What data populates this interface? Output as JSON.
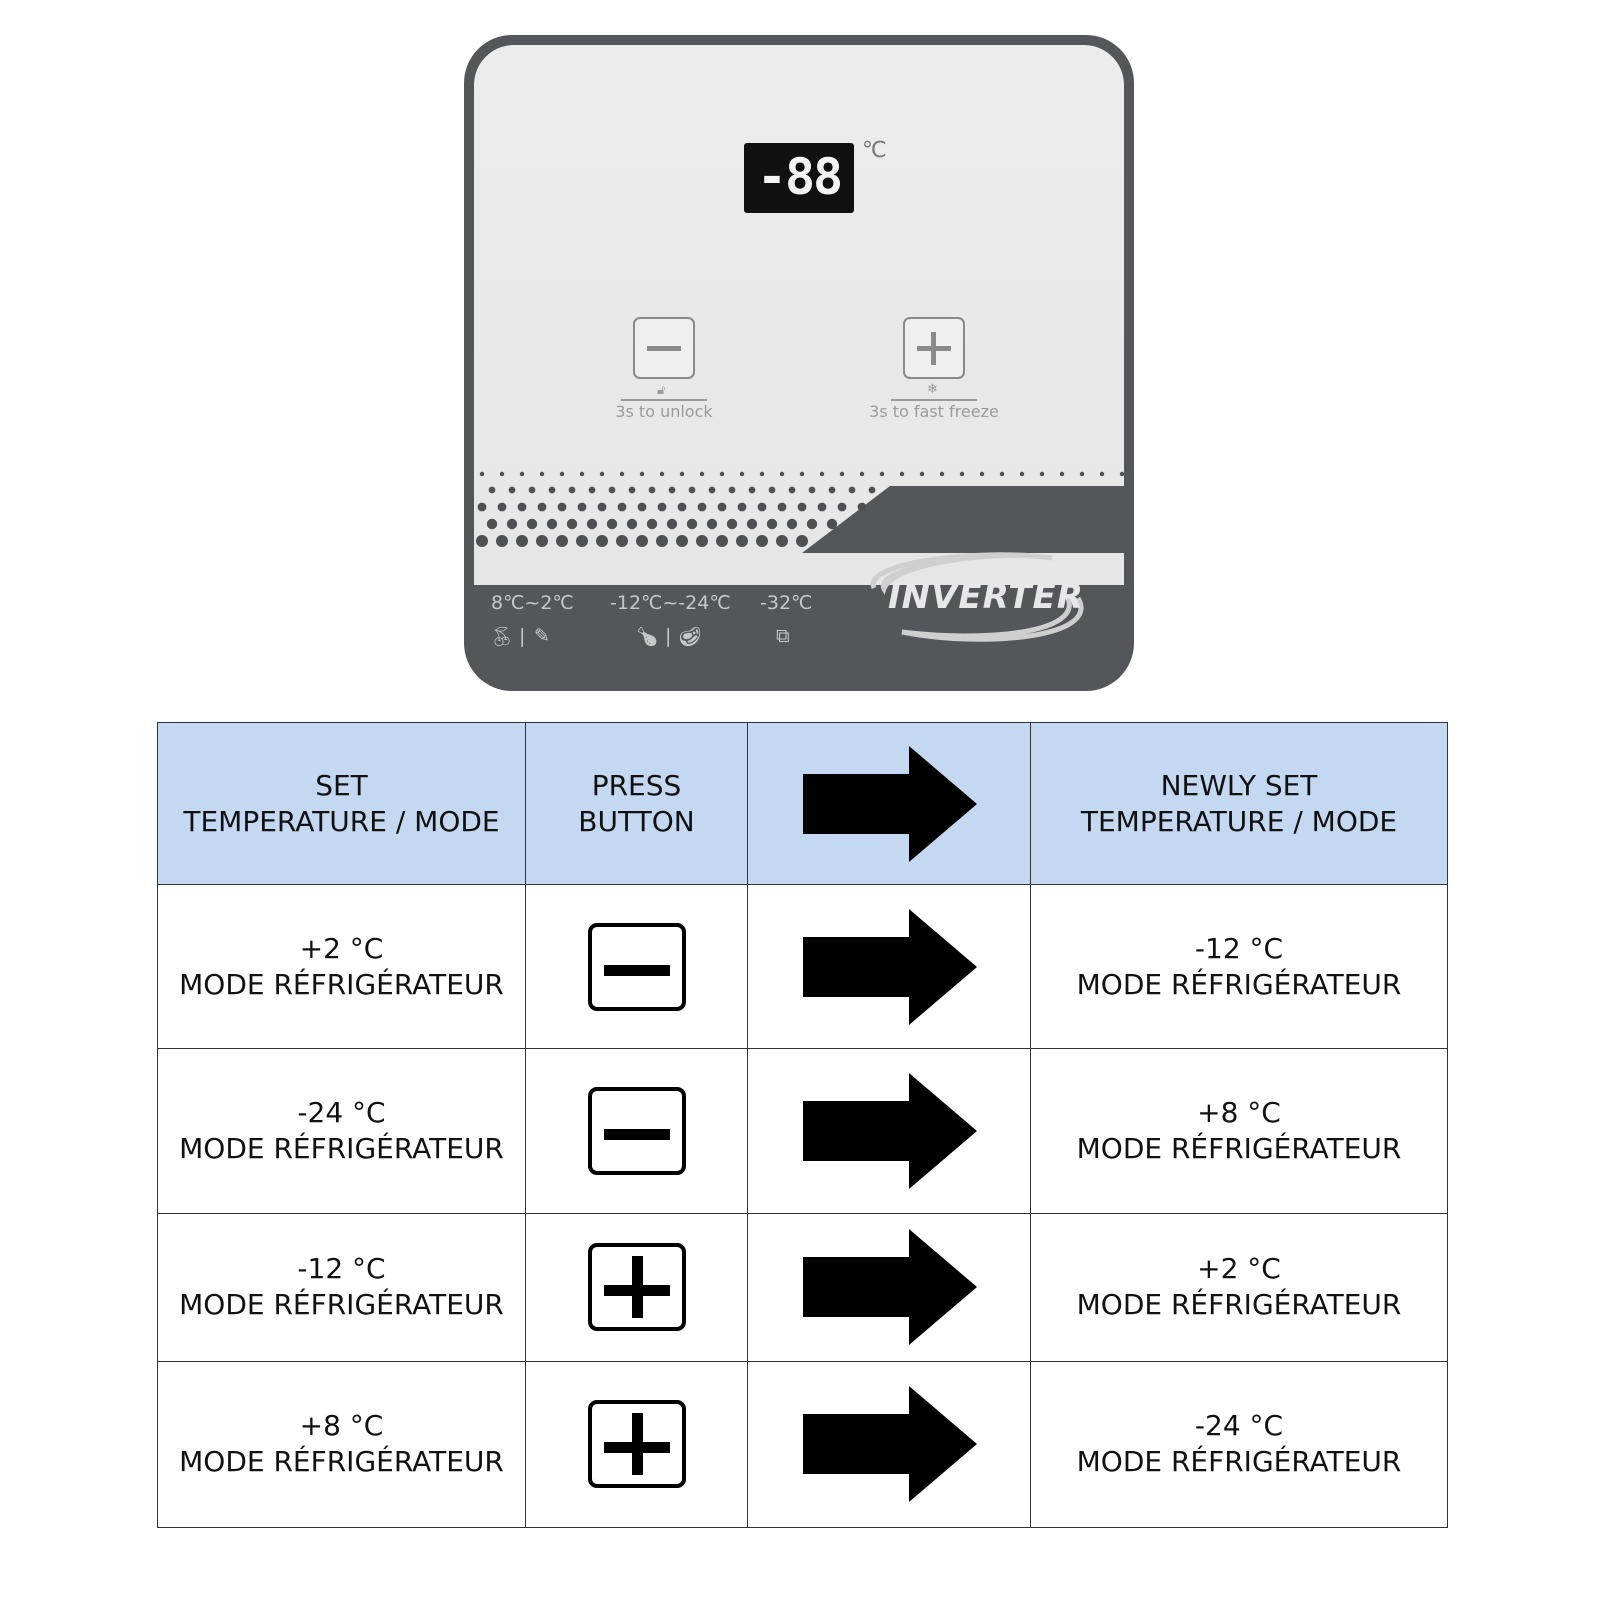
{
  "panel": {
    "display_value": "-88",
    "unit": "℃",
    "minus_button": {
      "caption": "3s to unlock",
      "icon": "unlock-icon"
    },
    "plus_button": {
      "caption": "3s to fast freeze",
      "icon": "fast-freeze-icon"
    },
    "ranges": [
      {
        "label": "8℃~2℃",
        "icons": [
          "fruit-icon",
          "drink-icon"
        ]
      },
      {
        "label": "-12℃~-24℃",
        "icons": [
          "drumstick-icon",
          "meat-icon"
        ]
      },
      {
        "label": "-32℃",
        "icons": [
          "ice-cubes-icon"
        ]
      }
    ],
    "brand": "INVERTER",
    "colors": {
      "face": "#e9e9e9",
      "frame": "#54565a",
      "lcd": "#111111"
    }
  },
  "table": {
    "header": {
      "col1": [
        "SET",
        "TEMPERATURE / MODE"
      ],
      "col2": [
        "PRESS",
        "BUTTON"
      ],
      "col4": [
        "NEWLY SET",
        "TEMPERATURE / MODE"
      ]
    },
    "rows": [
      {
        "from_temp": "+2 °C",
        "from_mode": "MODE RÉFRIGÉRATEUR",
        "button": "minus",
        "to_temp": "-12 °C",
        "to_mode": "MODE RÉFRIGÉRATEUR"
      },
      {
        "from_temp": "-24 °C",
        "from_mode": "MODE RÉFRIGÉRATEUR",
        "button": "minus",
        "to_temp": "+8 °C",
        "to_mode": "MODE RÉFRIGÉRATEUR"
      },
      {
        "from_temp": "-12 °C",
        "from_mode": "MODE RÉFRIGÉRATEUR",
        "button": "plus",
        "to_temp": "+2 °C",
        "to_mode": "MODE RÉFRIGÉRATEUR"
      },
      {
        "from_temp": "+8 °C",
        "from_mode": "MODE RÉFRIGÉRATEUR",
        "button": "plus",
        "to_temp": "-24 °C",
        "to_mode": "MODE RÉFRIGÉRATEUR"
      }
    ],
    "colors": {
      "header_bg": "#c5d8f2",
      "border": "#333333"
    }
  }
}
